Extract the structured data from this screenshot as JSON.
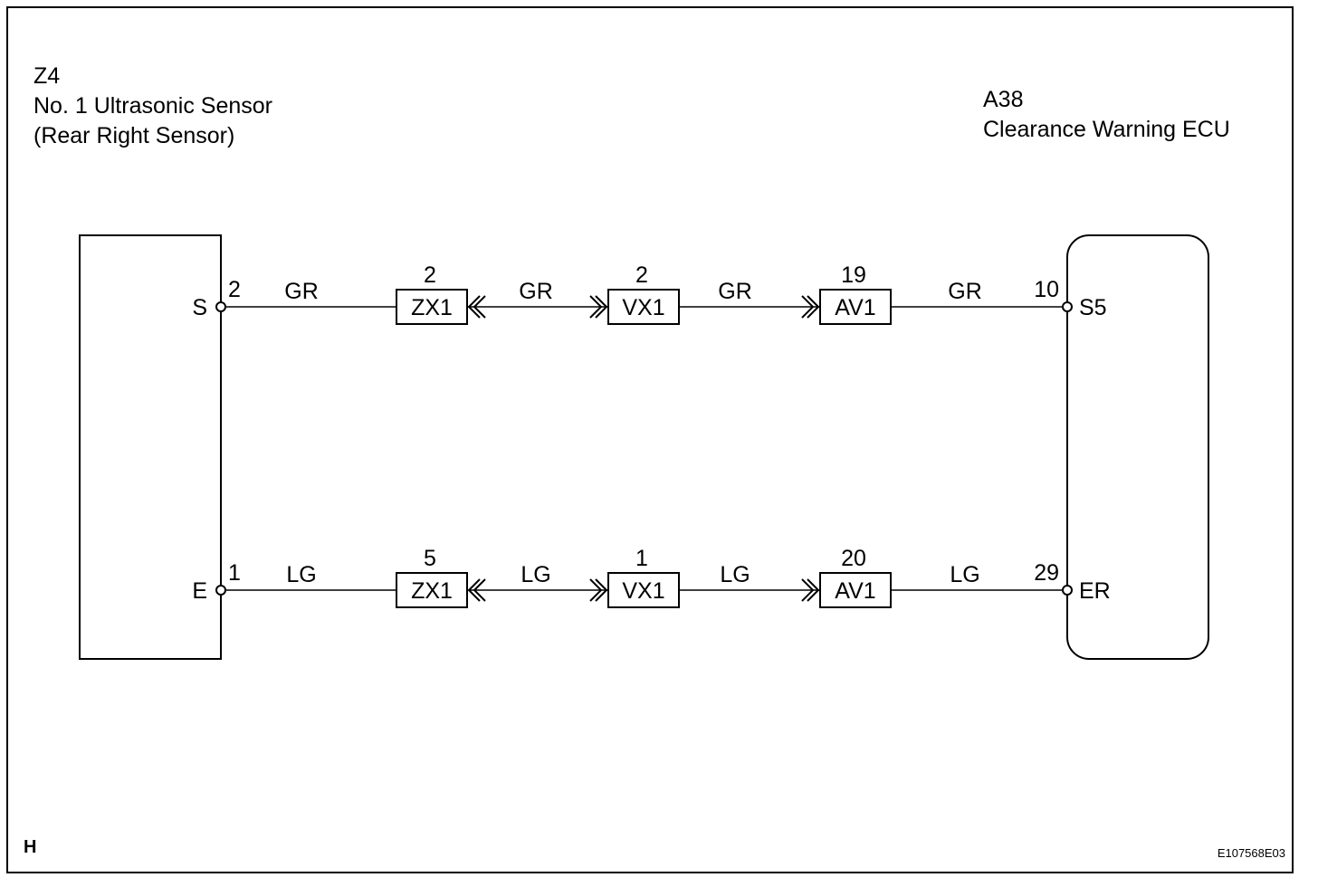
{
  "sensor": {
    "code": "Z4",
    "name": "No. 1 Ultrasonic Sensor",
    "position": "(Rear Right Sensor)"
  },
  "ecu": {
    "code": "A38",
    "name": "Clearance Warning ECU"
  },
  "circuits": [
    {
      "sensor_terminal": "S",
      "sensor_pin": "2",
      "wire_colors": [
        "GR",
        "GR",
        "GR",
        "GR"
      ],
      "connectors": [
        {
          "name": "ZX1",
          "pin": "2"
        },
        {
          "name": "VX1",
          "pin": "2"
        },
        {
          "name": "AV1",
          "pin": "19"
        }
      ],
      "ecu_pin": "10",
      "ecu_terminal": "S5"
    },
    {
      "sensor_terminal": "E",
      "sensor_pin": "1",
      "wire_colors": [
        "LG",
        "LG",
        "LG",
        "LG"
      ],
      "connectors": [
        {
          "name": "ZX1",
          "pin": "5"
        },
        {
          "name": "VX1",
          "pin": "1"
        },
        {
          "name": "AV1",
          "pin": "20"
        }
      ],
      "ecu_pin": "29",
      "ecu_terminal": "ER"
    }
  ],
  "footer": {
    "left_mark": "H",
    "figure_id": "E107568E03"
  }
}
